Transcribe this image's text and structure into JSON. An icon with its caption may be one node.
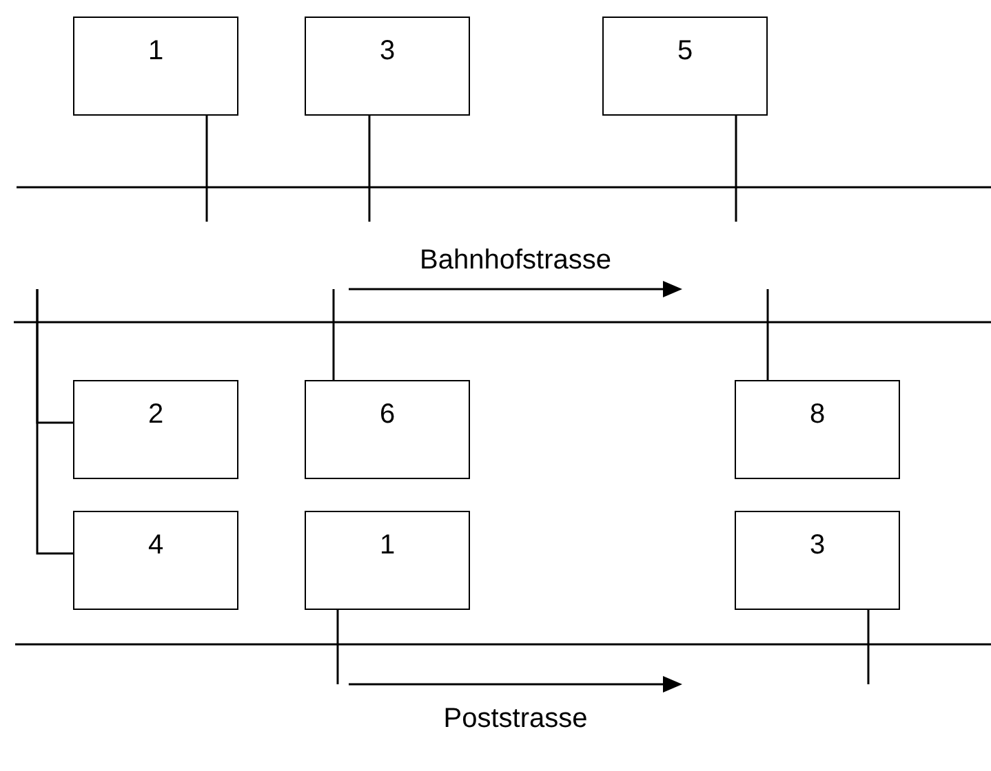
{
  "diagram": {
    "nodes": [
      {
        "text": [
          "1"
        ]
      },
      {
        "text": [
          "3"
        ]
      },
      {
        "text": [
          "5"
        ]
      },
      {
        "text": [
          "2"
        ]
      },
      {
        "text": [
          "6"
        ]
      },
      {
        "text": [
          "8"
        ]
      },
      {
        "text": [
          "4"
        ]
      },
      {
        "text": [
          "1"
        ]
      },
      {
        "text": [
          "3"
        ]
      }
    ],
    "edges": [
      {
        "from": 0,
        "to": null,
        "arrow": "none"
      },
      {
        "from": 1,
        "to": null,
        "arrow": "none"
      },
      {
        "from": 2,
        "to": null,
        "arrow": "none"
      },
      {
        "from": 3,
        "to": null,
        "arrow": "none"
      },
      {
        "from": 4,
        "to": null,
        "arrow": "none"
      },
      {
        "from": 5,
        "to": null,
        "arrow": "none"
      },
      {
        "from": 6,
        "to": null,
        "arrow": "none"
      },
      {
        "from": 7,
        "to": null,
        "arrow": "none"
      },
      {
        "from": 8,
        "to": null,
        "arrow": "none"
      }
    ],
    "labels": [
      "Bahnhofstrasse",
      "Poststrasse"
    ]
  }
}
